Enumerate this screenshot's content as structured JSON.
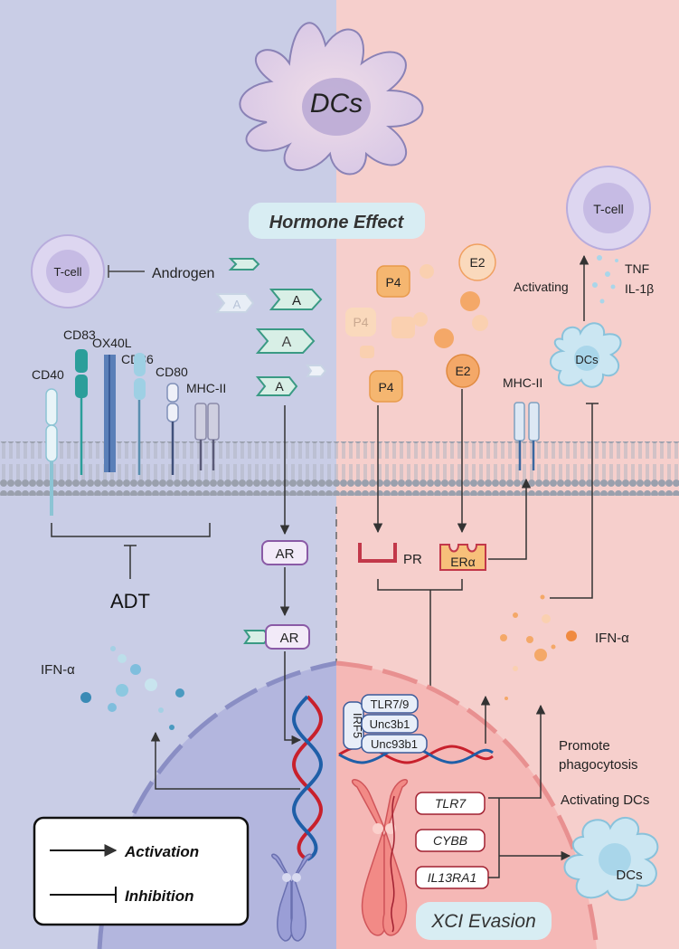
{
  "colors": {
    "left_bg": "#c9cde6",
    "right_bg": "#f6cfcc",
    "cell_purple": "#bfb7e0",
    "cell_pink": "#f3b4b6",
    "androgen_green": "#3a9a84",
    "hormone_orange": "#f0a060",
    "receptor_purple": "#8a5aa6",
    "receptor_red": "#c2384a",
    "dc_blue": "#a9d6ea",
    "dna_red": "#c8202c",
    "dna_blue": "#1f5fa8"
  },
  "top": {
    "dc_label": "DCs",
    "hormone_effect": "Hormone Effect"
  },
  "left": {
    "tcell": "T-cell",
    "androgen": "Androgen",
    "a_label": "A",
    "markers": [
      "CD40",
      "CD83",
      "OX40L",
      "CD86",
      "CD80",
      "MHC-II"
    ],
    "adt": "ADT",
    "ar": "AR",
    "ar_bound": "AR",
    "ifn": "IFN-α"
  },
  "right": {
    "p4": "P4",
    "e2": "E2",
    "mhc": "MHC-II",
    "tcell": "T-cell",
    "activating": "Activating",
    "tnf": "TNF",
    "il1b": "IL-1β",
    "dcs_small": "DCs",
    "pr": "PR",
    "era": "ERα",
    "ifn": "IFN-α",
    "genes_box": [
      "TLR7/9",
      "Unc3b1",
      "Unc93b1"
    ],
    "irf5": "IRF5",
    "promote": "Promote",
    "phagocytosis": "phagocytosis",
    "activating_dcs": "Activating DCs",
    "xgenes": [
      "TLR7",
      "CYBB",
      "IL13RA1"
    ],
    "dcs_bottom": "DCs",
    "xci": "XCI Evasion"
  },
  "legend": {
    "activation": "Activation",
    "inhibition": "Inhibition"
  }
}
